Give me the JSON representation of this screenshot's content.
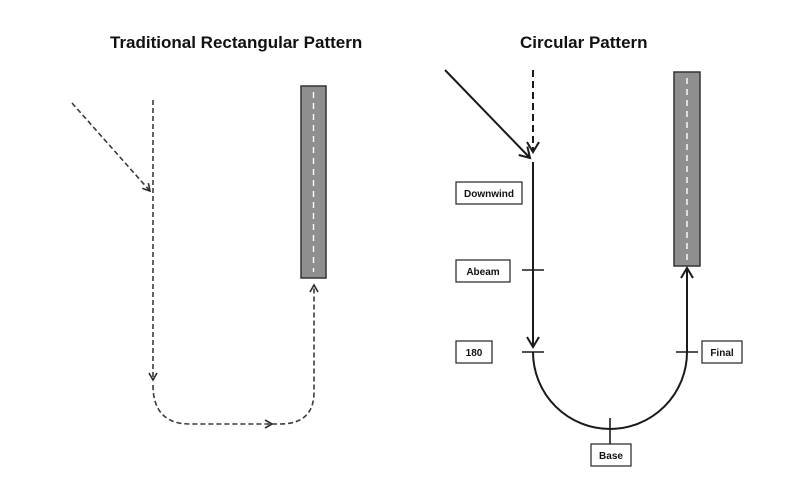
{
  "titles": {
    "left": "Traditional Rectangular Pattern",
    "right": "Circular Pattern"
  },
  "labels": {
    "downwind": "Downwind",
    "abeam": "Abeam",
    "one_eighty": "180",
    "final": "Final",
    "base": "Base"
  },
  "colors": {
    "line": "#2b2b2b",
    "dashed_line": "#3a3a3a",
    "runway_fill": "#8f8f8f",
    "runway_border": "#333333",
    "runway_centerline": "#ffffff"
  }
}
